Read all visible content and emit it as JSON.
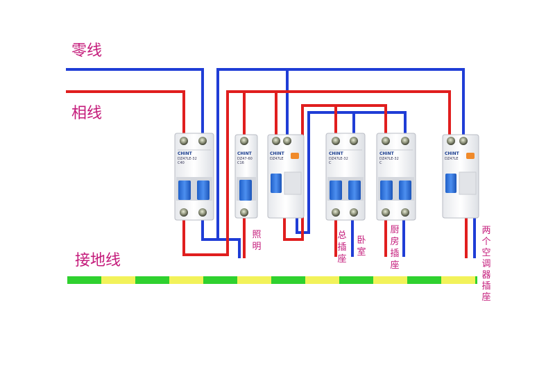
{
  "labels": {
    "neutral": "零线",
    "live": "相线",
    "ground": "接地线"
  },
  "circuits": [
    {
      "id": "lighting",
      "label": "照明"
    },
    {
      "id": "main-socket",
      "label": "总插座"
    },
    {
      "id": "bedroom",
      "label": "卧室"
    },
    {
      "id": "kitchen-socket",
      "label": "厨房插座"
    },
    {
      "id": "ac-socket",
      "label": "两个空调器插座"
    }
  ],
  "breakers": [
    {
      "id": "main",
      "brand": "CHINT",
      "model": "DZ47LE-32",
      "rating": "C40"
    },
    {
      "id": "lighting",
      "brand": "CHINT",
      "model": "DZ47-60",
      "rating": "C16"
    },
    {
      "id": "rcd",
      "brand": "CHINT",
      "model": "DZ47LE",
      "rating": ""
    },
    {
      "id": "socket",
      "brand": "CHINT",
      "model": "DZ47LE-32",
      "rating": "C"
    },
    {
      "id": "kitchen",
      "brand": "CHINT",
      "model": "DZ47LE-32",
      "rating": "C"
    },
    {
      "id": "ac",
      "brand": "CHINT",
      "model": "DZ47LE",
      "rating": ""
    }
  ],
  "colors": {
    "neutral": "#1f3dd6",
    "live": "#e01e1e",
    "ground_green": "#2fd12f",
    "ground_yellow": "#f2f25a",
    "label": "#c41a7a",
    "switch": "#2f6fd8"
  }
}
